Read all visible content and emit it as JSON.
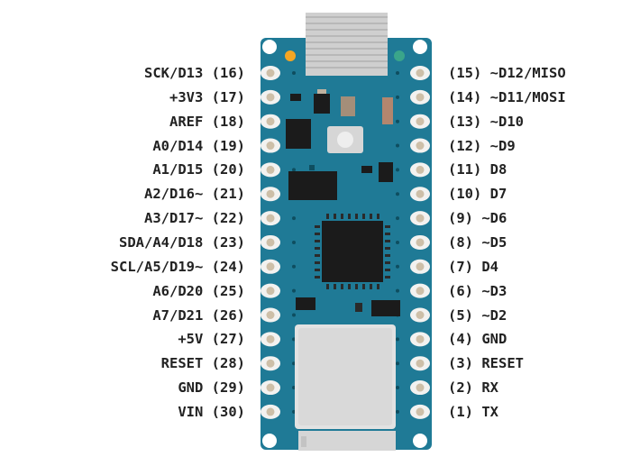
{
  "colors": {
    "board": "#1f7a96",
    "board_edge": "#1a6d86",
    "heatsink": "#cfcfcf",
    "pad_outer": "#f3f2f0",
    "pad_inner": "#cdbfa8",
    "chip": "#1b1b1b",
    "led_power": "#f5a623",
    "led_status": "#3aa58a",
    "connector": "#d6d6d6",
    "text": "#222222"
  },
  "left_pins": [
    {
      "name": "SCK/D13",
      "num": "(16)"
    },
    {
      "name": "+3V3",
      "num": "(17)"
    },
    {
      "name": "AREF",
      "num": "(18)"
    },
    {
      "name": "A0/D14",
      "num": "(19)"
    },
    {
      "name": "A1/D15",
      "num": "(20)"
    },
    {
      "name": "A2/D16~",
      "num": "(21)"
    },
    {
      "name": "A3/D17~",
      "num": "(22)"
    },
    {
      "name": "SDA/A4/D18",
      "num": "(23)"
    },
    {
      "name": "SCL/A5/D19~",
      "num": "(24)"
    },
    {
      "name": "A6/D20",
      "num": "(25)"
    },
    {
      "name": "A7/D21",
      "num": "(26)"
    },
    {
      "name": "+5V",
      "num": "(27)"
    },
    {
      "name": "RESET",
      "num": "(28)"
    },
    {
      "name": "GND",
      "num": "(29)"
    },
    {
      "name": "VIN",
      "num": "(30)"
    }
  ],
  "right_pins": [
    {
      "num": "(15)",
      "name": "~D12/MISO"
    },
    {
      "num": "(14)",
      "name": "~D11/MOSI"
    },
    {
      "num": "(13)",
      "name": "~D10"
    },
    {
      "num": "(12)",
      "name": "~D9"
    },
    {
      "num": "(11)",
      "name": "D8"
    },
    {
      "num": "(10)",
      "name": "D7"
    },
    {
      "num": "(9)",
      "name": "~D6"
    },
    {
      "num": "(8)",
      "name": "~D5"
    },
    {
      "num": "(7)",
      "name": "D4"
    },
    {
      "num": "(6)",
      "name": "~D3"
    },
    {
      "num": "(5)",
      "name": "~D2"
    },
    {
      "num": "(4)",
      "name": "GND"
    },
    {
      "num": "(3)",
      "name": "RESET"
    },
    {
      "num": "(2)",
      "name": "RX"
    },
    {
      "num": "(1)",
      "name": "TX"
    }
  ]
}
